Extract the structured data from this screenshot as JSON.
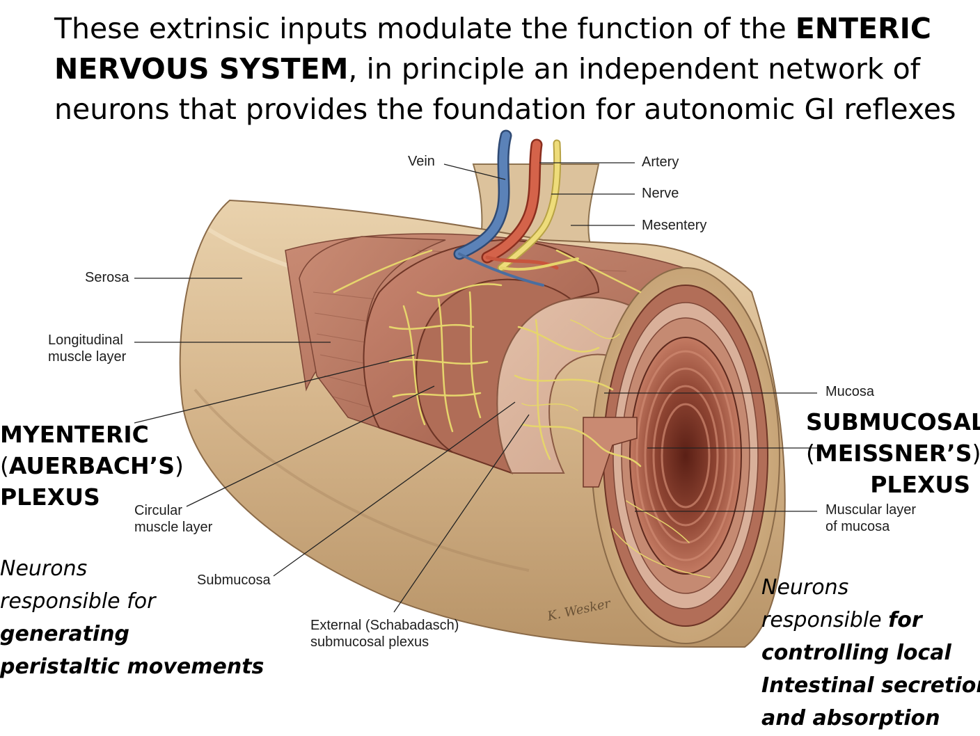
{
  "title": {
    "part1": "These extrinsic inputs modulate the function of the ",
    "bold1": "ENTERIC",
    "bold2": "NERVOUS SYSTEM",
    "part2": ", in principle an independent network of",
    "line3": "neurons that provides the foundation for autonomic GI reflexes"
  },
  "labels": {
    "vein": "Vein",
    "artery": "Artery",
    "nerve": "Nerve",
    "mesentery": "Mesentery",
    "serosa": "Serosa",
    "longitudinal_1": "Longitudinal",
    "longitudinal_2": "muscle layer",
    "circular_1": "Circular",
    "circular_2": "muscle layer",
    "submucosa": "Submucosa",
    "external_1": "External  (Schabadasch)",
    "external_2": "submucosal plexus",
    "mucosa": "Mucosa",
    "muscularis_1": "Muscular layer",
    "muscularis_2": "of mucosa"
  },
  "myenteric": {
    "line1": "MYENTERIC",
    "line2_open": "(",
    "line2_name": "AUERBACH’S",
    "line2_close": ")",
    "line3": "PLEXUS"
  },
  "submucosal": {
    "line1": "SUBMUCOSAL",
    "line2_open": "(",
    "line2_name": "MEISSNER’S",
    "line2_close": ")",
    "line3": "PLEXUS"
  },
  "left_note": {
    "line1": "Neurons",
    "line2": "responsible for",
    "line3": "generating",
    "line4": "peristaltic movements"
  },
  "right_note": {
    "line1": "Neurons",
    "line2_a": "responsible ",
    "line2_b": "for",
    "line3": "controlling local",
    "line4": "Intestinal secretion",
    "line5": "and absorption"
  },
  "signature": "K. Wesker",
  "colors": {
    "serosa": "#dcc09a",
    "muscle": "#b87560",
    "nerve": "#e8d870",
    "vein": "#4a6ea0",
    "artery": "#c8553d",
    "lumen": "#7a3628"
  }
}
